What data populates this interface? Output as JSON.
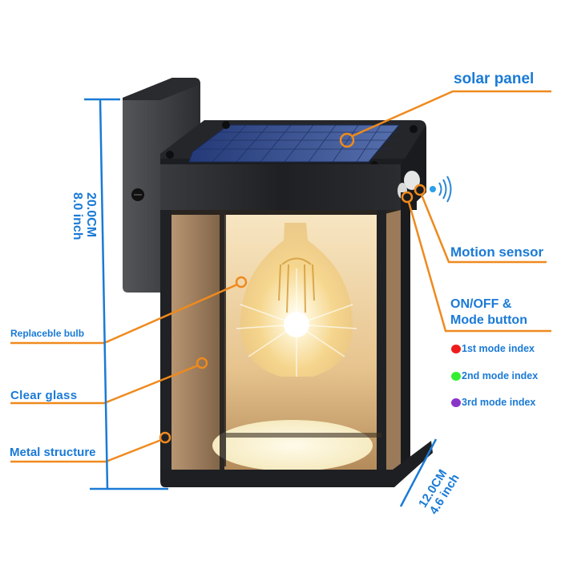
{
  "product": {
    "name": "solar wall lantern with filament bulb",
    "colors": {
      "label_text": "#1a7ad6",
      "callout_line": "#ef8a1e",
      "dimension_line": "#1a7ad6",
      "housing": "#2a2b2e",
      "solar_panel": "#2e4a8a",
      "glow": "#fbe7b4"
    }
  },
  "callouts": {
    "solar_panel": "solar panel",
    "motion_sensor": "Motion sensor",
    "on_off_line1": "ON/OFF &",
    "on_off_line2": "Mode button",
    "replaceable_bulb": "Replaceble bulb",
    "clear_glass": "Clear glass",
    "metal_structure": "Metal structure"
  },
  "mode_indices": [
    {
      "label": "1st mode index",
      "color": "#ee1c1c"
    },
    {
      "label": "2nd mode index",
      "color": "#33ee33"
    },
    {
      "label": "3rd mode index",
      "color": "#8a35c8"
    }
  ],
  "dimensions": {
    "height_cm": "20.0CM",
    "height_inch": "8.0 inch",
    "depth_cm": "12.0CM",
    "depth_inch": "4.6 inch"
  },
  "icons": {
    "motion_waves": "wifi-like signal waves"
  }
}
